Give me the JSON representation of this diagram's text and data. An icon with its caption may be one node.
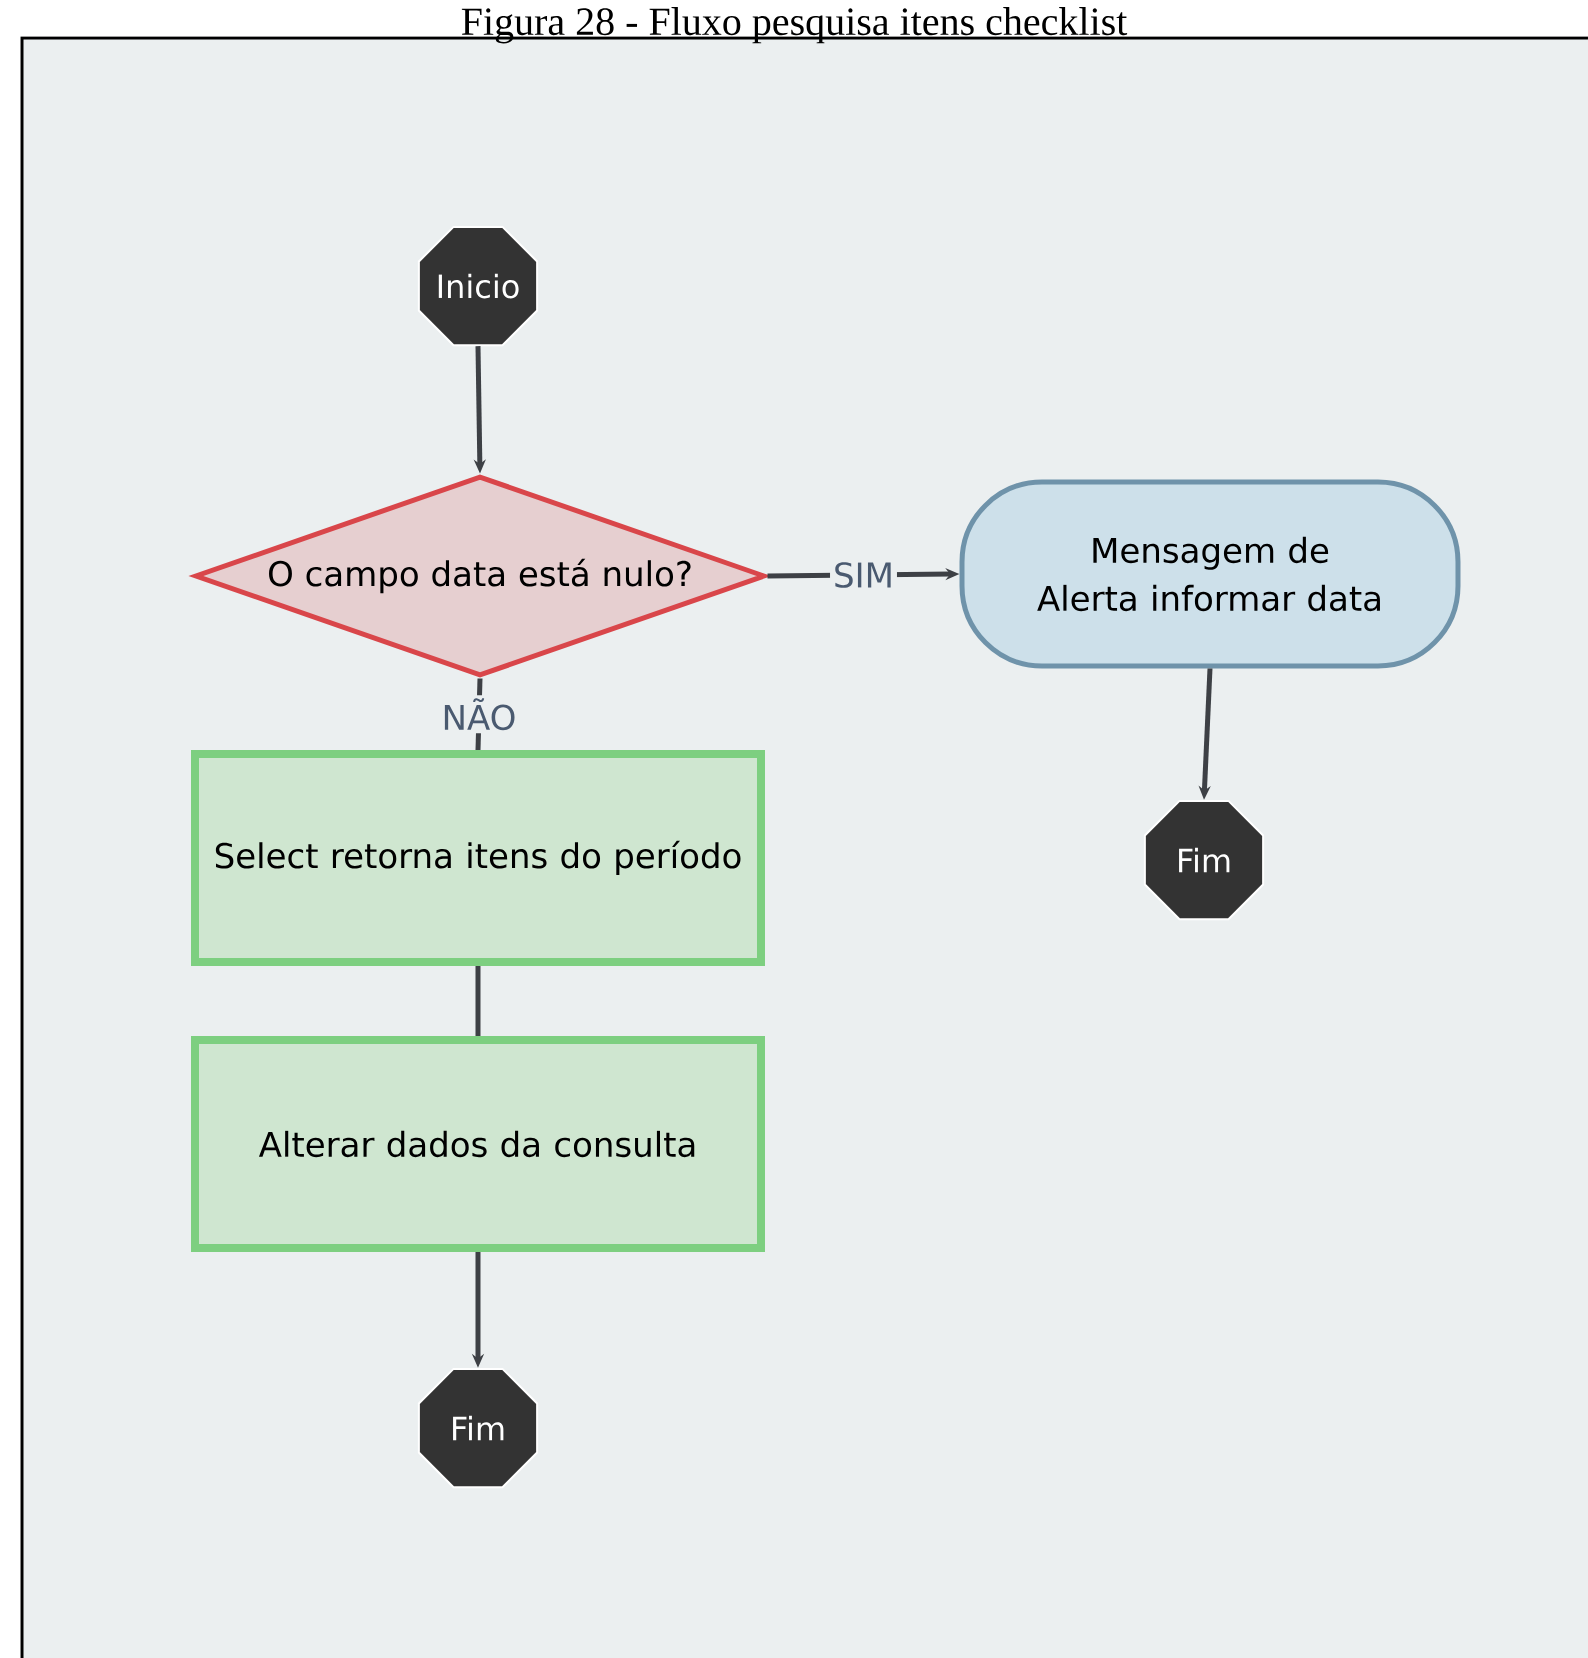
{
  "diagram": {
    "title": "Figura 28 - Fluxo pesquisa itens checklist",
    "nodes": [
      {
        "text": [
          "Inicio"
        ]
      },
      {
        "text": [
          "O campo data está nulo?"
        ]
      },
      {
        "text": [
          "Mensagem de Alerta informar data"
        ]
      },
      {
        "text": [
          "Fim"
        ]
      },
      {
        "text": [
          "Select retorna itens do período"
        ]
      },
      {
        "text": [
          "Alterar dados da consulta"
        ]
      },
      {
        "text": [
          "Fim"
        ]
      }
    ],
    "edges": [
      {
        "from": 0,
        "to": 1,
        "arrow": "to"
      },
      {
        "from": 1,
        "to": 2,
        "arrow": "to",
        "label": "SIM"
      },
      {
        "from": 2,
        "to": 3,
        "arrow": "to"
      },
      {
        "from": 1,
        "to": 4,
        "arrow": "none",
        "label": "NÃO"
      },
      {
        "from": 4,
        "to": 5,
        "arrow": "none"
      },
      {
        "from": 5,
        "to": 6,
        "arrow": "to"
      }
    ]
  }
}
